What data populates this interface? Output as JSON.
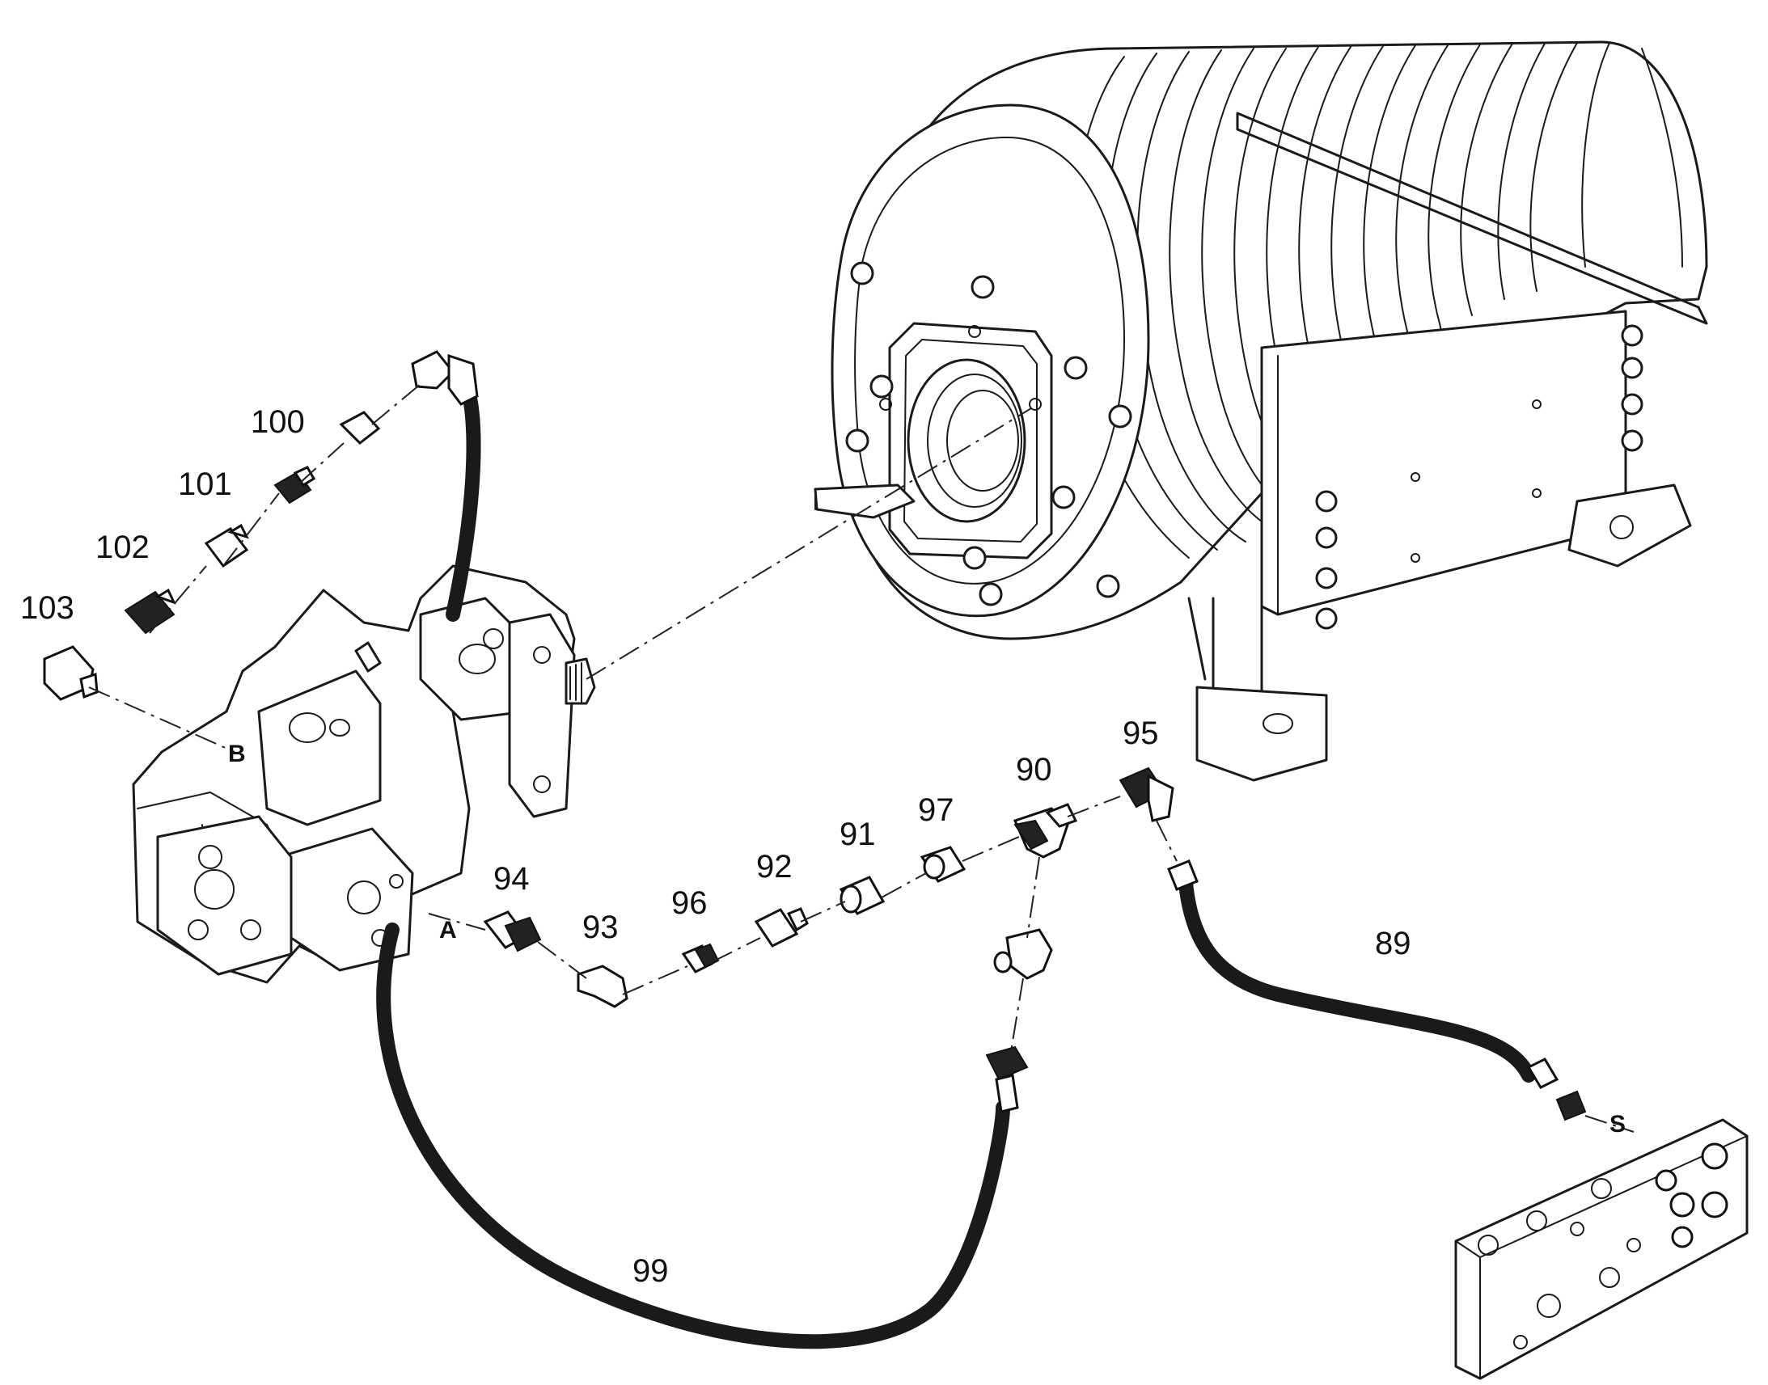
{
  "callouts": {
    "n89": "89",
    "n90": "90",
    "n91": "91",
    "n92": "92",
    "n93": "93",
    "n94": "94",
    "n95": "95",
    "n96": "96",
    "n97": "97",
    "n99": "99",
    "n100": "100",
    "n101": "101",
    "n102": "102",
    "n103": "103"
  },
  "ports": {
    "a": "A",
    "b": "B",
    "s": "S"
  }
}
